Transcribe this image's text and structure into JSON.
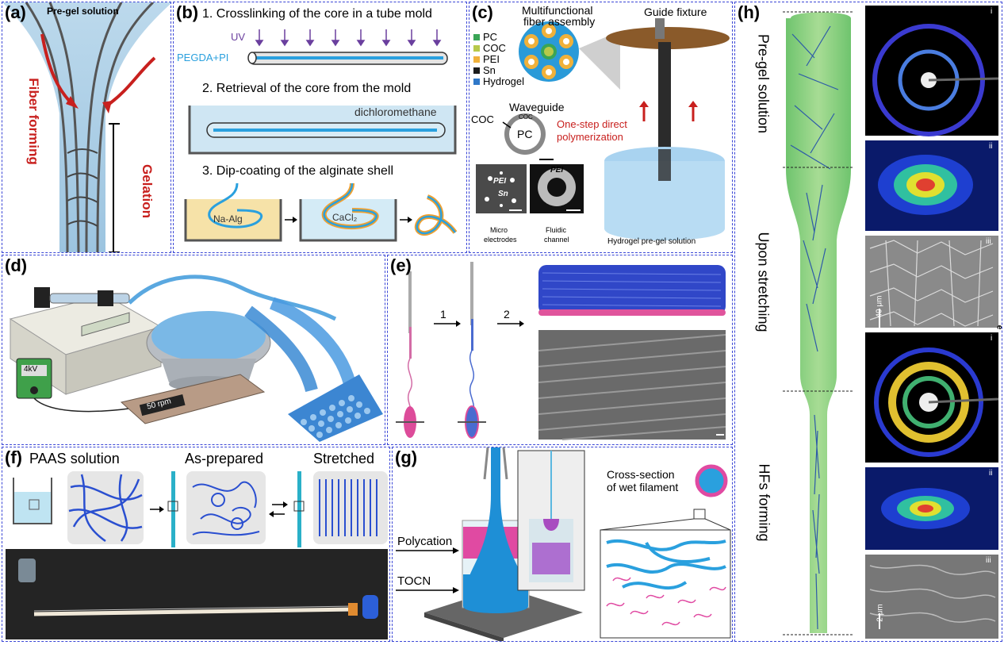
{
  "panel_a": {
    "label": "(a)",
    "pregel": "Pre-gel solution",
    "fiber_forming": "Fiber forming",
    "gelation": "Gelation"
  },
  "panel_b": {
    "label": "(b)",
    "step1": "1. Crosslinking of the core in a tube mold",
    "uv": "UV",
    "pegda": "PEGDA+PI",
    "step2": "2. Retrieval of the core from the mold",
    "dcm": "dichloromethane",
    "step3": "3. Dip-coating of the alginate shell",
    "naalg": "Na-Alg",
    "cacl": "CaCl₂"
  },
  "panel_c": {
    "label": "(c)",
    "legend": [
      {
        "name": "PC",
        "color": "#3aa556"
      },
      {
        "name": "COC",
        "color": "#b8c94a"
      },
      {
        "name": "PEI",
        "color": "#f0b13a"
      },
      {
        "name": "Sn",
        "color": "#1c1c1c"
      },
      {
        "name": "Hydrogel",
        "color": "#2f78c8"
      }
    ],
    "multi": "Multifunctional",
    "fiber_assembly": "fiber assembly",
    "guide": "Guide fixture",
    "waveguide": "Waveguide",
    "coc": "COC",
    "coc_small": "COC",
    "pc": "PC",
    "onestep1": "One-step direct",
    "onestep2": "polymerization",
    "pei1": "PEI",
    "sn": "Sn",
    "pei2": "PEI",
    "micro1": "Micro",
    "micro2": "electrodes",
    "fluidic1": "Fluidic",
    "fluidic2": "channel",
    "hydrogel_pregel": "Hydrogel pre-gel solution"
  },
  "panel_d": {
    "label": "(d)",
    "kv": "4kV",
    "rpm": "50 rpm"
  },
  "panel_e": {
    "label": "(e)",
    "step1": "1",
    "step2": "2"
  },
  "panel_f": {
    "label": "(f)",
    "paas": "PAAS solution",
    "asprep": "As-prepared",
    "stretched": "Stretched"
  },
  "panel_g": {
    "label": "(g)",
    "polycation": "Polycation",
    "tocn": "TOCN",
    "cross1": "Cross-section",
    "cross2": "of wet filament"
  },
  "panel_h": {
    "label": "(h)",
    "pregel": "Pre-gel solution",
    "stretching": "Upon stretching",
    "hfs": "HFs forming",
    "i": "i",
    "ii": "ii",
    "iii": "iii",
    "scale1": "40 μm",
    "scale2": "2 μm",
    "e": "e"
  },
  "colors": {
    "border": "#3a46d6",
    "arrow_red": "#c8201e",
    "fiber_blue": "#2aa0de",
    "uv_purple": "#6a3f9e"
  }
}
